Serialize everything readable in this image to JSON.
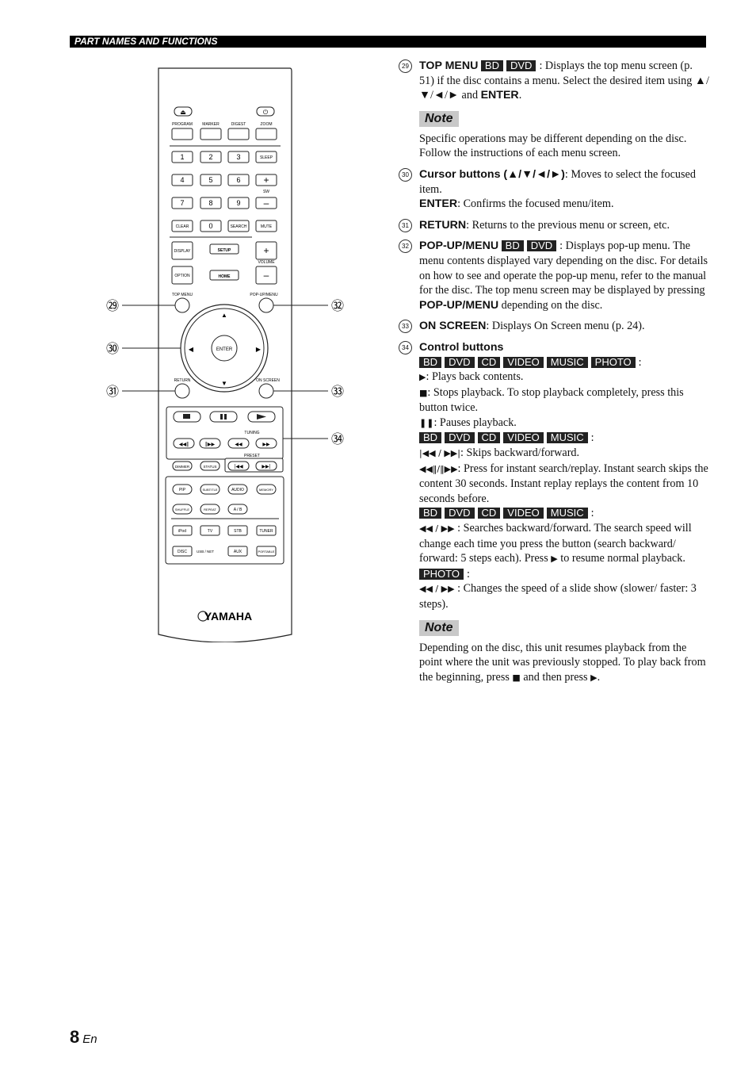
{
  "header": {
    "section": "PART NAMES AND FUNCTIONS"
  },
  "page": {
    "number": "8",
    "lang": "En"
  },
  "remote": {
    "brand": "YAMAHA",
    "top_labels": [
      "PROGRAM",
      "MARKER",
      "DIGEST",
      "ZOOM"
    ],
    "numpad": [
      "1",
      "2",
      "3",
      "4",
      "5",
      "6",
      "7",
      "8",
      "9"
    ],
    "sleep": "SLEEP",
    "sw": "SW",
    "clear": "CLEAR",
    "zero": "0",
    "search": "SEARCH",
    "mute": "MUTE",
    "display": "DISPLAY",
    "setup": "SETUP",
    "volume": "VOLUME",
    "option": "OPTION",
    "home": "HOME",
    "top_menu": "TOP MENU",
    "popup_menu": "POP-UP/MENU",
    "enter": "ENTER",
    "return": "RETURN",
    "on_screen": "ON SCREEN",
    "tuning": "TUNING",
    "preset": "PRESET",
    "dimmer": "DIMMER",
    "status": "STATUS",
    "pip": "PIP",
    "subtitle": "SUBTITLE",
    "audio": "AUDIO",
    "memory": "MEMORY",
    "shuffle": "SHUFFLE",
    "repeat": "REPEAT",
    "ab": "A / B",
    "ipod": "iPod",
    "tv": "TV",
    "stb": "STB",
    "tuner": "TUNER",
    "disc": "DISC",
    "usbnet": "USB / NET",
    "aux": "AUX",
    "portable": "PORTABLE",
    "callouts": [
      "㉙",
      "㉚",
      "㉛",
      "㉜",
      "㉝",
      "㉞"
    ]
  },
  "items": {
    "i29": {
      "num": "29",
      "title": "TOP MENU",
      "tags": [
        "BD",
        "DVD"
      ],
      "desc": ": Displays the top menu screen (p. 51) if the disc contains a menu. Select the desired item using ▲/▼/◄/► and ",
      "enter": "ENTER",
      "end": "."
    },
    "note1": {
      "title": "Note",
      "text": "Specific operations may be different depending on the disc. Follow the instructions of each menu screen."
    },
    "i30": {
      "num": "30",
      "title": "Cursor buttons (▲/▼/◄/►)",
      "desc": ": Moves to select the focused item.",
      "enter": "ENTER",
      "enter_desc": ": Confirms the focused menu/item."
    },
    "i31": {
      "num": "31",
      "title": "RETURN",
      "desc": ": Returns to the previous menu or screen, etc."
    },
    "i32": {
      "num": "32",
      "title": "POP-UP/MENU",
      "tags": [
        "BD",
        "DVD"
      ],
      "desc": ": Displays pop-up menu. The menu contents displayed vary depending on the disc. For details on how to see and operate the pop-up menu, refer to the manual for the disc. The top menu screen may be displayed by pressing ",
      "bold": "POP-UP/MENU",
      "end": " depending on the disc."
    },
    "i33": {
      "num": "33",
      "title": "ON SCREEN",
      "desc": ": Displays On Screen menu (p. 24)."
    },
    "i34": {
      "num": "34",
      "title": "Control buttons",
      "tags1": [
        "BD",
        "DVD",
        "CD",
        "VIDEO",
        "MUSIC",
        "PHOTO"
      ],
      "play": ": Plays back contents.",
      "stop": ": Stops playback. To stop playback completely, press this button twice.",
      "pause": ": Pauses playback.",
      "tags2": [
        "BD",
        "DVD",
        "CD",
        "VIDEO",
        "MUSIC"
      ],
      "skip": ": Skips backward/forward.",
      "instant": ": Press for instant search/replay. Instant search skips the content 30 seconds. Instant replay replays the content from 10 seconds before.",
      "tags3": [
        "BD",
        "DVD",
        "CD",
        "VIDEO",
        "MUSIC"
      ],
      "search_a": ": Searches backward/forward. The search speed will change each time you press the button (search backward/ forward: 5 steps each). Press",
      "search_b": "to resume normal playback.",
      "tags4": [
        "PHOTO"
      ],
      "slide": ": Changes the speed of a slide show (slower/ faster: 3 steps)."
    },
    "note2": {
      "title": "Note",
      "text_a": "Depending on the disc, this unit resumes playback from the point where the unit was previously stopped. To play back from the beginning, press",
      "text_b": "and then press",
      "text_c": "."
    }
  }
}
